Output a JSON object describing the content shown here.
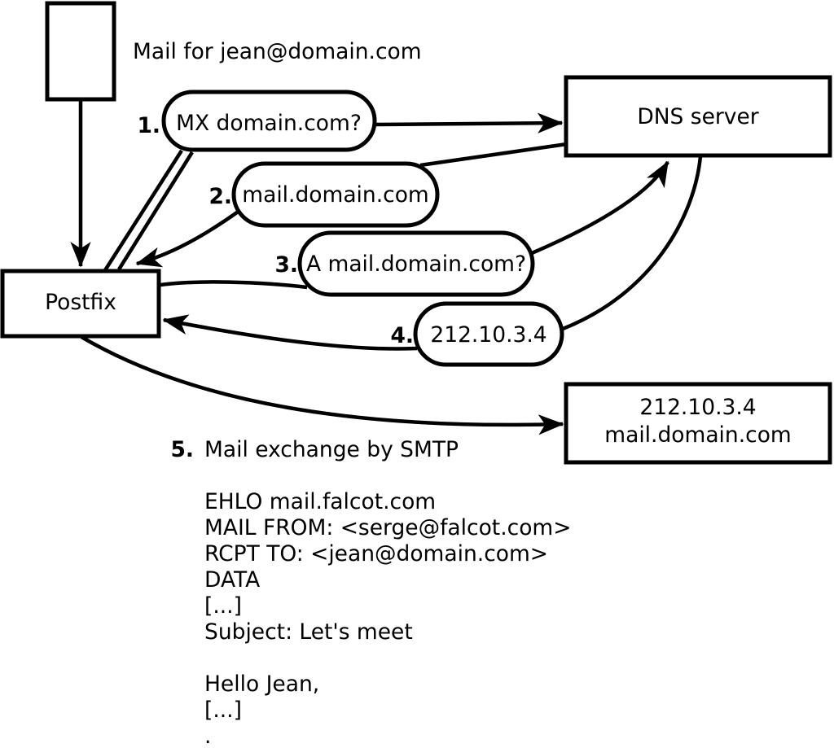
{
  "colors": {
    "ink": "#000000",
    "background": "#ffffff"
  },
  "labels": {
    "mail_for": "Mail for jean@domain.com",
    "postfix": "Postfix",
    "dns_server": "DNS server",
    "mail_server_ip": "212.10.3.4",
    "mail_server_hostname": "mail.domain.com"
  },
  "steps": [
    {
      "num": "1.",
      "text": "MX domain.com?"
    },
    {
      "num": "2.",
      "text": "mail.domain.com"
    },
    {
      "num": "3.",
      "text": "A mail.domain.com?"
    },
    {
      "num": "4.",
      "text": "212.10.3.4"
    },
    {
      "num": "5.",
      "text": "Mail exchange by SMTP"
    }
  ],
  "smtp_session": {
    "lines": [
      "EHLO mail.falcot.com",
      "MAIL FROM: <serge@falcot.com>",
      "RCPT TO: <jean@domain.com>",
      "DATA",
      "[...]",
      "Subject: Let's meet",
      "",
      "Hello Jean,",
      "[...]",
      "."
    ]
  }
}
